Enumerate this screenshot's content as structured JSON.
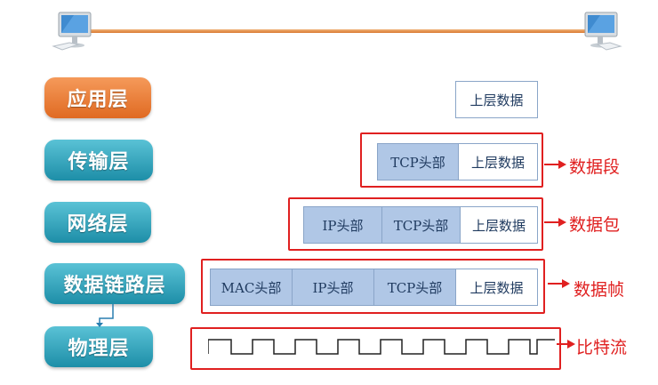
{
  "layers": [
    {
      "label": "应用层"
    },
    {
      "label": "传输层"
    },
    {
      "label": "网络层"
    },
    {
      "label": "数据链路层"
    },
    {
      "label": "物理层"
    }
  ],
  "application": {
    "data": "上层数据"
  },
  "segment": {
    "tcp": "TCP头部",
    "data": "上层数据",
    "label": "数据段"
  },
  "packet": {
    "ip": "IP头部",
    "tcp": "TCP头部",
    "data": "上层数据",
    "label": "数据包"
  },
  "frame": {
    "mac": "MAC头部",
    "ip": "IP头部",
    "tcp": "TCP头部",
    "data": "上层数据",
    "label": "数据帧"
  },
  "bitstream": {
    "label": "比特流"
  },
  "colors": {
    "orange": "#e06a22",
    "teal": "#1d8ea8",
    "red": "#e02020",
    "header_blue": "#b0c7e6"
  }
}
